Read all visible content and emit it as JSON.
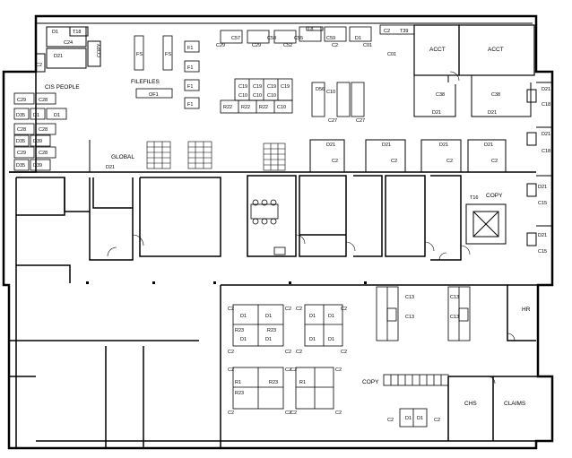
{
  "rooms": {
    "cis_people": "CIS PEOPLE",
    "filefiles": "FILEFILES",
    "global": "GLOBAL",
    "acct_1": "ACCT",
    "acct_2": "ACCT",
    "copy_top": "COPY",
    "copy_mid": "COPY",
    "copy_bottom": "COPY",
    "hr": "HR",
    "chs": "CHS",
    "claims": "CLAIMS"
  },
  "codes": {
    "d1": "D1",
    "t18": "T18",
    "t16": "T16",
    "t39": "T39",
    "t8": "T8",
    "c24": "C24",
    "c29": "C29",
    "c28": "C28",
    "c38": "C38",
    "c2": "C2",
    "c13": "C13",
    "c19": "C19",
    "c10": "C10",
    "c27": "C27",
    "c18": "C18",
    "c15": "C15",
    "c01": "C01",
    "c57": "C57",
    "c58": "C58",
    "c59": "C59",
    "c52": "C52",
    "c55": "C55",
    "d21": "D21",
    "d35": "D35",
    "d39": "D39",
    "d56": "D56",
    "r22": "R22",
    "r23": "R23",
    "r1": "R1",
    "f1": "F1",
    "fs": "FS",
    "of1": "OF1"
  }
}
